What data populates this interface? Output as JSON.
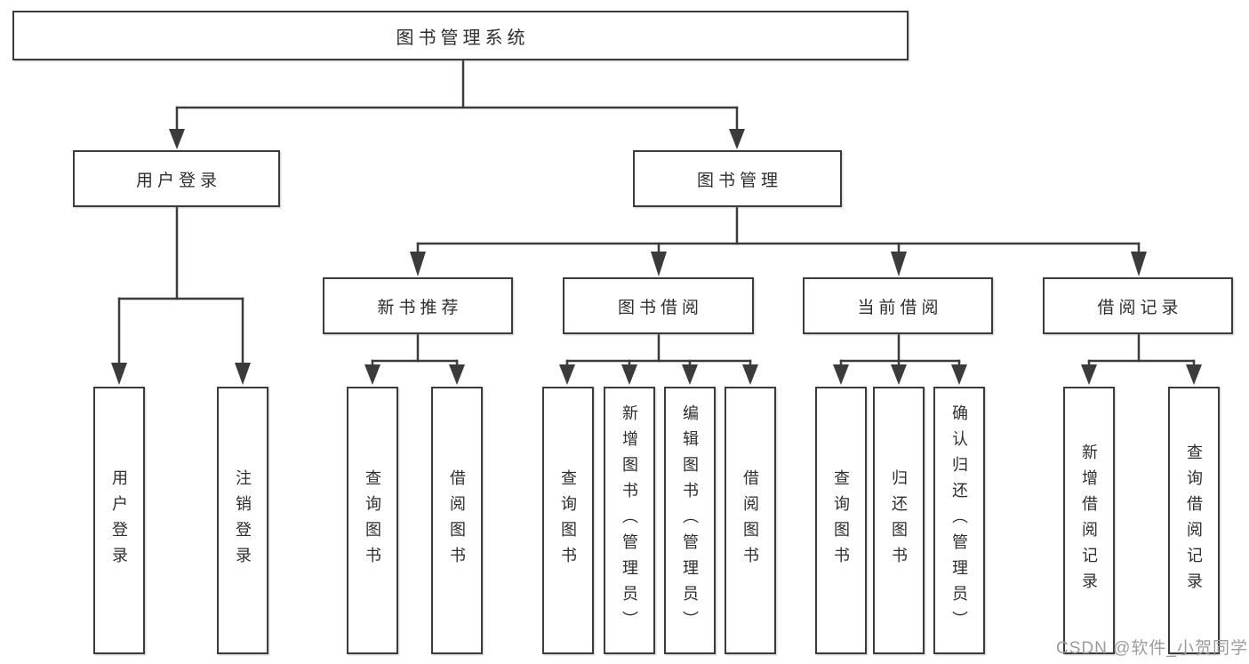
{
  "diagram": {
    "type": "tree",
    "colors": {
      "line": "#3b3b3b",
      "text": "#2e2e2e",
      "watermark": "#9c9c9c",
      "background": "#ffffff"
    },
    "root": {
      "label": "图书管理系统"
    },
    "branches": [
      {
        "label": "用户登录",
        "children": [
          {
            "label": "用户登录"
          },
          {
            "label": "注销登录"
          }
        ]
      },
      {
        "label": "图书管理",
        "children": [
          {
            "label": "新书推荐",
            "children": [
              {
                "label": "查询图书"
              },
              {
                "label": "借阅图书"
              }
            ]
          },
          {
            "label": "图书借阅",
            "children": [
              {
                "label": "查询图书"
              },
              {
                "label": "新增图书（管理员）"
              },
              {
                "label": "编辑图书（管理员）"
              },
              {
                "label": "借阅图书"
              }
            ]
          },
          {
            "label": "当前借阅",
            "children": [
              {
                "label": "查询图书"
              },
              {
                "label": "归还图书"
              },
              {
                "label": "确认归还（管理员）"
              }
            ]
          },
          {
            "label": "借阅记录",
            "children": [
              {
                "label": "新增借阅记录"
              },
              {
                "label": "查询借阅记录"
              }
            ]
          }
        ]
      }
    ],
    "watermark": "CSDN @软件_小贺同学"
  }
}
